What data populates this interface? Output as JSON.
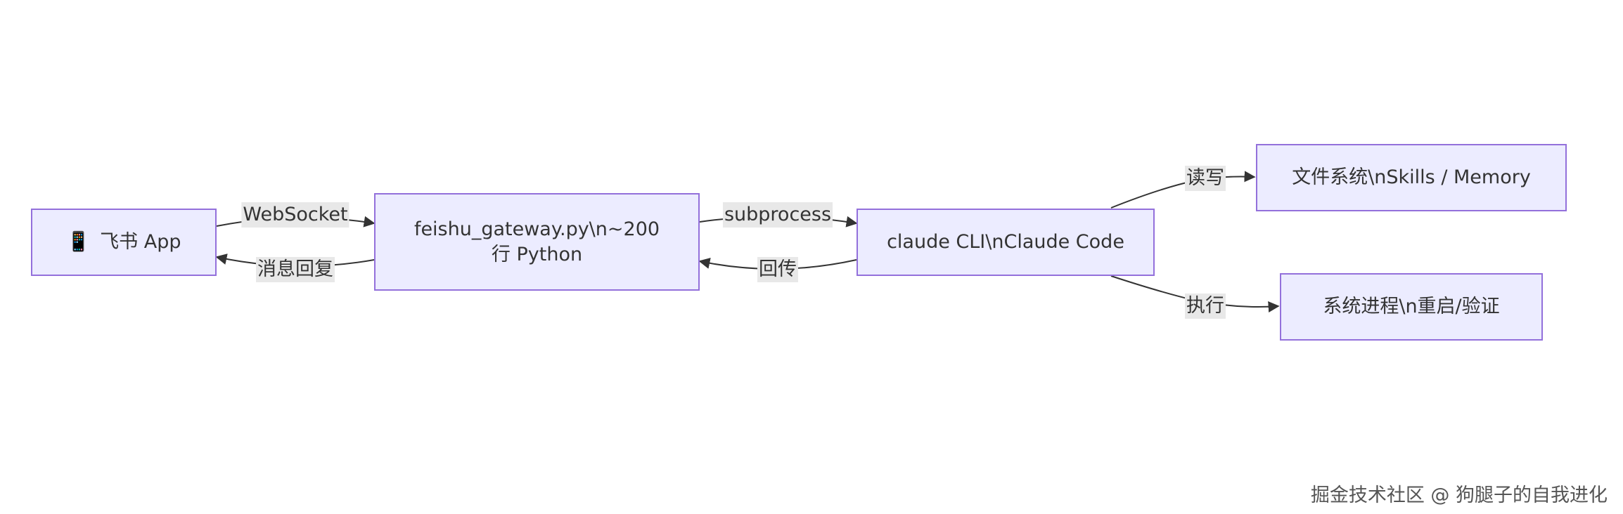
{
  "diagram": {
    "nodes": {
      "feishu_app": {
        "icon": "📱",
        "label": "飞书 App"
      },
      "gateway": {
        "line1": "feishu_gateway.py\\n~200",
        "line2": "行 Python"
      },
      "claude_cli": {
        "label": "claude CLI\\nClaude Code"
      },
      "filesystem": {
        "label": "文件系统\\nSkills / Memory"
      },
      "process": {
        "label": "系统进程\\n重启/验证"
      }
    },
    "edges": {
      "websocket": "WebSocket",
      "reply": "消息回复",
      "subprocess": "subprocess",
      "return": "回传",
      "read_write": "读写",
      "execute": "执行"
    },
    "colors": {
      "node_fill": "#ECECFF",
      "node_stroke": "#9370DB",
      "edge": "#333333",
      "label_bg": "#e8e8e8"
    }
  },
  "watermark": "掘金技术社区 @ 狗腿子的自我进化"
}
